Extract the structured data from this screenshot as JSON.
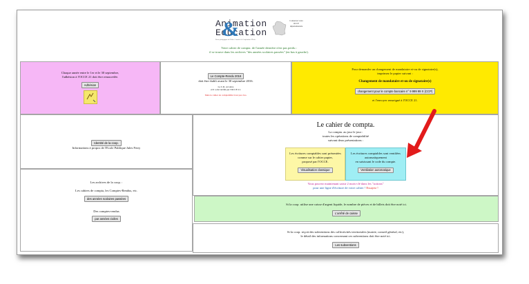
{
  "header": {
    "logo_line1": "Animation",
    "logo_line2": "Education",
    "logo_amp": "&",
    "logo_sub": "Revue pédagogique de l'Office Central de la Coopération à l'École",
    "side_note": "Connectez votre OCCE départementale",
    "intro_line1": "Votre cahier de compta. de l'année dernière n'est pas perdu :",
    "intro_line2": "il se trouve dans les archives \"des années scolaires passées\" (en bas à gauche)."
  },
  "adhesion": {
    "text_line1": "Chaque année entre le 1er et le 30 septembre,",
    "text_line2": "l'adhésion à l'OCCE 21 doit être renouvelée.",
    "button": "Adhésion"
  },
  "compte_rendu": {
    "button": "Le Compte-Rendu 2016",
    "text_line1": "doit être établi avant le 30 septembre 2016.",
    "text_line2": "Le C.R. est saisi,",
    "text_line3": "et il a été vérifié par l'OCCE 21.",
    "warning": "Mais le cahier de comptabilité n'est pas clos."
  },
  "mandataire": {
    "text_line1": "Pour demander un changement de mandataire et-ou de signataire(s),",
    "text_line2": "imprimez le papier suivant :",
    "heading": "Changement de mandataire et-ou de signataire(s)",
    "button": "changement pour le compte bancaire n° 9 999 99 X (CCP)",
    "text_line3": "et l'envoyer renseigné à l'OCCE 21."
  },
  "identite": {
    "button": "Identité de la coop.",
    "text": "Informations à propos de l'Ecole Publique Jules Ferry"
  },
  "cahier": {
    "title": "Le cahier de compta.",
    "line1": "La compta. au jour le jour :",
    "line2": "toutes les opérations de comptabilité",
    "line3": "suivant deux présentations :",
    "left_text_1": "Les écritures comptables sont présentées",
    "left_text_2": "comme sur le cahier papier,",
    "left_text_3": "proposé par l'OCCE.",
    "left_button": "Visualisation classique",
    "right_text_1": "Les écritures comptables sont ventilées",
    "right_text_2": "automatiquement",
    "right_text_3": "en saisissant le code du compte.",
    "right_button": "Ventilation automatique",
    "footer_1_a": "Vous pouvez maintenant saisir 2 mots-clé dans les \"actions\"",
    "footer_2_a": "pour une ligne d'écriture de votre cahier !",
    "footer_2_b": "Essayez !"
  },
  "archives": {
    "line1": "Les archives de la coop. :",
    "line2": "Les cahiers de compta, les Comptes-Rendus, etc.",
    "button": "des années scolaires passées",
    "line3": "Des comptes-rendus",
    "button2": "par années civiles"
  },
  "caisse": {
    "text": "Si la coop. utilise une caisse d'argent liquide, le nombre de pièces et de billets doit être noté ici.",
    "button": "L'arrêté de caisse"
  },
  "subventions": {
    "text_line1": "Si la coop. reçoit des subventions des collectivités territoriales (mairie, conseil général, etc),",
    "text_line2": "le détail des informations concernant ces subventions doit être noté ici.",
    "button": "Les subventions"
  },
  "colors": {
    "adhesion_bg": "#f6b7f6",
    "mandataire_bg": "#ffea00",
    "left_option_bg": "#fdf7a6",
    "right_option_bg": "#9feef4",
    "caisse_bg": "#cdf7c6",
    "arrow": "#e21b1b"
  }
}
